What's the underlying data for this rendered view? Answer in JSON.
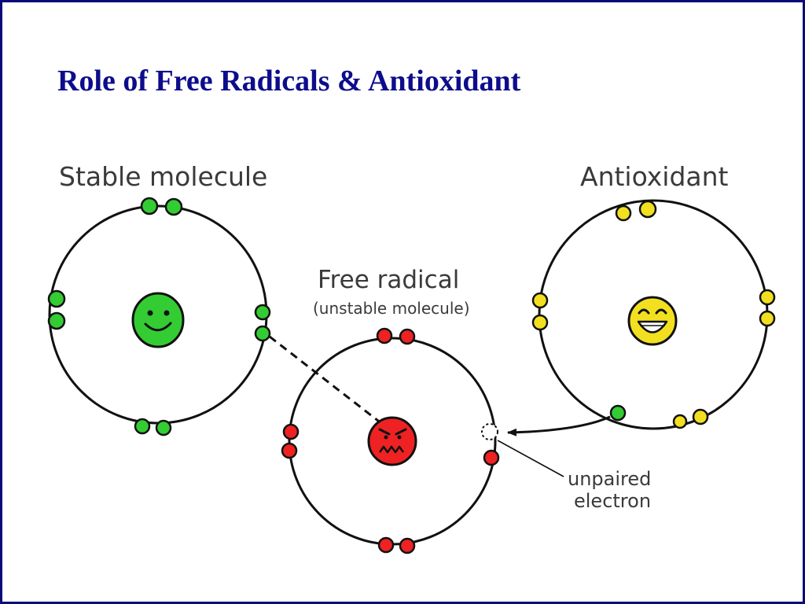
{
  "slide": {
    "title": "Role of Free Radicals & Antioxidant"
  },
  "diagram": {
    "stable_label": "Stable molecule",
    "radical_label": "Free radical",
    "radical_sublabel": "(unstable molecule)",
    "antioxidant_label": "Antioxidant",
    "unpaired_label_line1": "unpaired",
    "unpaired_label_line2": "electron"
  },
  "colors": {
    "title": "#0d0d8c",
    "border": "#0b0b7a",
    "stable": "#33cc33",
    "radical": "#ee2222",
    "antioxidant": "#f2e020"
  }
}
